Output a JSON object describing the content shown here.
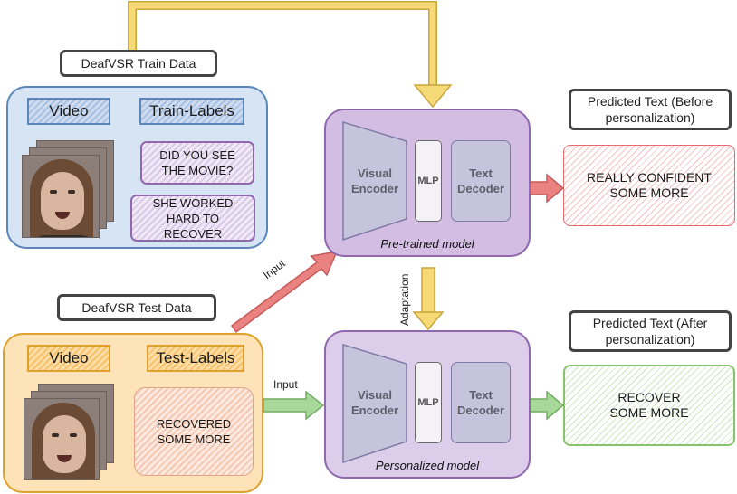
{
  "train": {
    "tag": "DeafVSR Train Data",
    "video_label": "Video",
    "labels_label": "Train-Labels",
    "label_1": "DID YOU SEE THE MOVIE?",
    "label_2": "SHE WORKED HARD TO RECOVER"
  },
  "test": {
    "tag": "DeafVSR Test Data",
    "video_label": "Video",
    "labels_label": "Test-Labels",
    "label_1": "RECOVERED SOME MORE"
  },
  "pretrained_model": {
    "encoder": "Visual Encoder",
    "mlp": "MLP",
    "decoder": "Text Decoder",
    "name": "Pre-trained model"
  },
  "personalized_model": {
    "encoder": "Visual Encoder",
    "mlp": "MLP",
    "decoder": "Text Decoder",
    "name": "Personalized model"
  },
  "arrows": {
    "input_top": "Input",
    "input_bottom": "Input",
    "adaptation": "Adaptation"
  },
  "pred_before": {
    "tag": "Predicted Text (Before personalization)",
    "text": "REALLY CONFIDENT SOME MORE"
  },
  "pred_after": {
    "tag": "Predicted Text (After personalization)",
    "text": "RECOVER SOME MORE"
  },
  "colors": {
    "train_panel": "#d6e4f4",
    "test_panel": "#fde3b7",
    "model": "#d3bde3",
    "arrow_yellow": "#f7da78",
    "arrow_red": "#ea8282",
    "arrow_green": "#a8d89a"
  }
}
